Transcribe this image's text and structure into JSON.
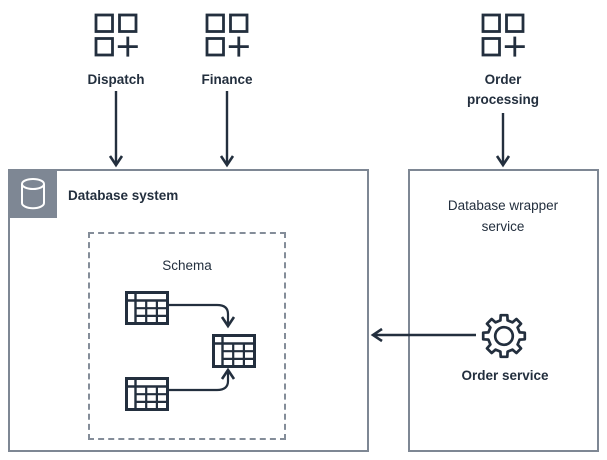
{
  "diagram": {
    "actors": [
      {
        "label": "Dispatch"
      },
      {
        "label": "Finance"
      },
      {
        "label": "Order processing"
      }
    ],
    "database_system": {
      "title": "Database system",
      "schema": {
        "label": "Schema"
      }
    },
    "wrapper_service": {
      "title": "Database wrapper service",
      "order_service_label": "Order service"
    },
    "colors": {
      "ink": "#232f3e",
      "container_border": "#7e8794",
      "database_icon_bg": "#7e8794",
      "schema_dashed_border": "#848d99"
    }
  }
}
